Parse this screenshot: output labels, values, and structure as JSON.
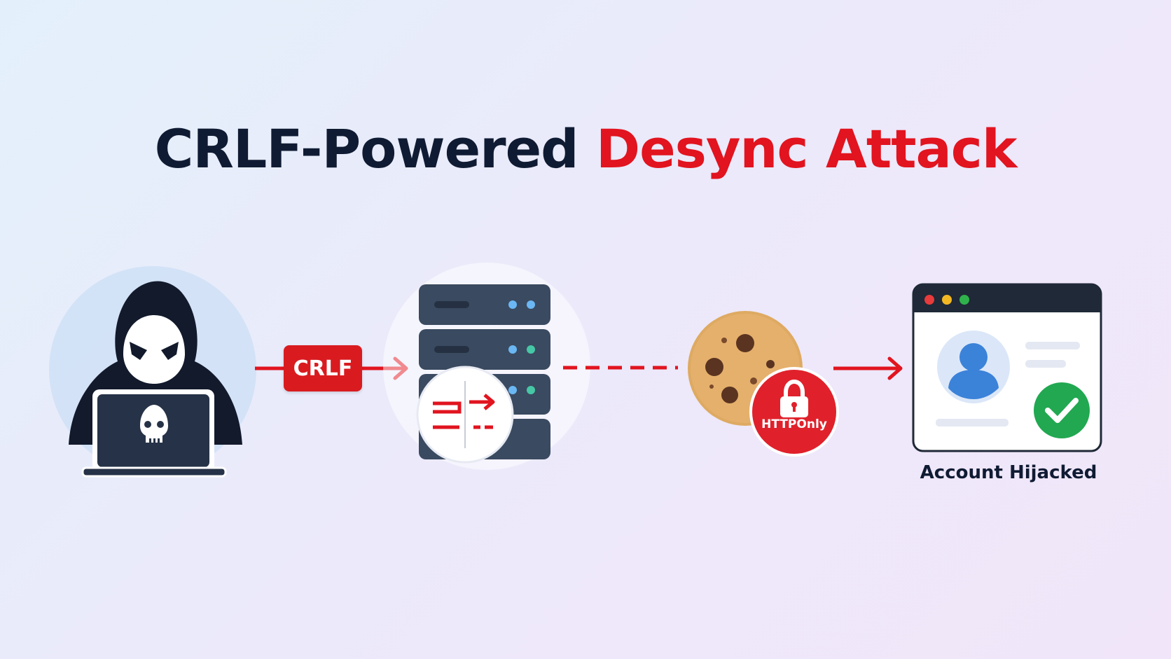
{
  "title": {
    "main": "CRLF-Powered",
    "accent": "Desync Attack"
  },
  "flow": {
    "crlf_badge": "CRLF",
    "cookie_flag": "HTTPOnly",
    "result_caption": "Account Hijacked"
  },
  "colors": {
    "attack_red": "#e1141f",
    "navy": "#0f1b33",
    "server_body": "#3a4a60",
    "success_green": "#21a851"
  },
  "icons": {
    "attacker": "hooded-hacker-icon",
    "laptop": "laptop-icon",
    "skull": "skull-icon",
    "server": "server-rack-icon",
    "desync": "split-arrows-icon",
    "cookie": "cookie-icon",
    "lock": "lock-icon",
    "browser": "browser-window-icon",
    "user": "user-avatar-icon",
    "check": "check-icon"
  }
}
